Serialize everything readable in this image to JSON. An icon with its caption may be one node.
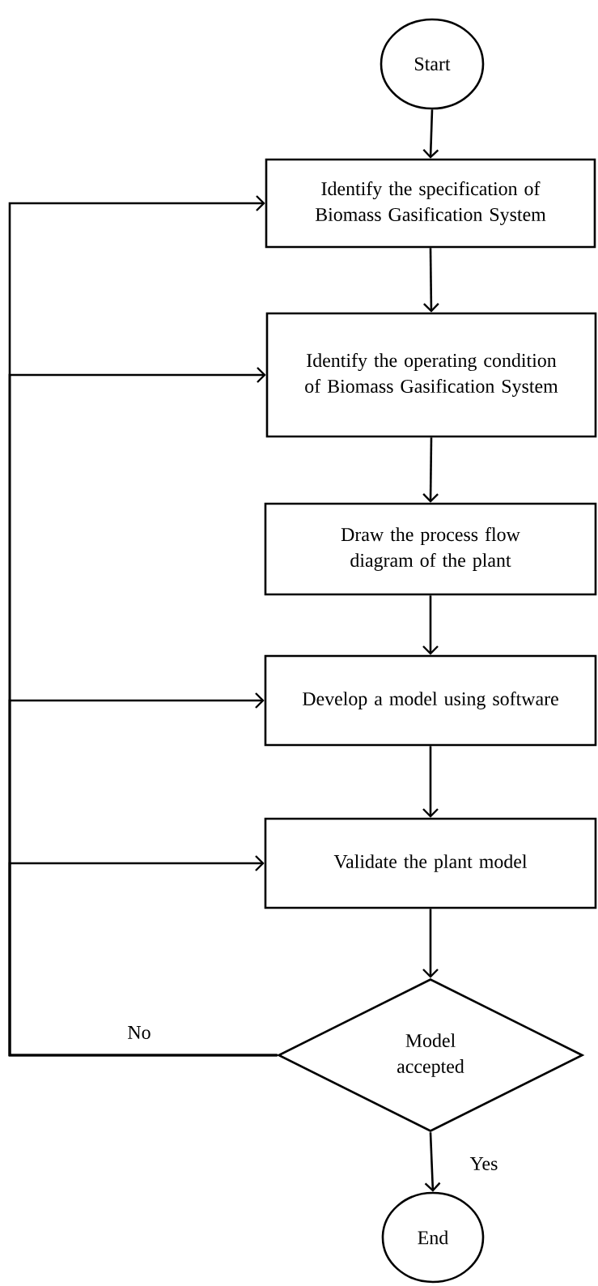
{
  "diagram": {
    "nodes": [
      {
        "text": [
          "Start"
        ]
      },
      {
        "text": [
          "Identify the specification of Biomass Gasification System"
        ]
      },
      {
        "text": [
          "Identify the operating condition of Biomass Gasification System"
        ]
      },
      {
        "text": [
          "Draw the process flow diagram of the plant"
        ]
      },
      {
        "text": [
          "Develop a model using software"
        ]
      },
      {
        "text": [
          "Validate the plant model"
        ]
      },
      {
        "text": [
          "Model accepted"
        ]
      },
      {
        "text": [
          "End"
        ]
      }
    ],
    "edges": [
      {
        "from": 0,
        "to": 1,
        "arrow": "to"
      },
      {
        "from": 1,
        "to": 2,
        "arrow": "to"
      },
      {
        "from": 2,
        "to": 3,
        "arrow": "to"
      },
      {
        "from": 3,
        "to": 4,
        "arrow": "to"
      },
      {
        "from": 4,
        "to": 5,
        "arrow": "to"
      },
      {
        "from": 5,
        "to": 6,
        "arrow": "to"
      },
      {
        "from": 6,
        "to": 7,
        "arrow": "to",
        "label": "Yes"
      },
      {
        "from": 6,
        "to": 1,
        "arrow": "to",
        "label": "No"
      },
      {
        "from": 6,
        "to": 2,
        "arrow": "to"
      },
      {
        "from": 6,
        "to": 4,
        "arrow": "to"
      },
      {
        "from": 6,
        "to": 5,
        "arrow": "to"
      }
    ]
  }
}
